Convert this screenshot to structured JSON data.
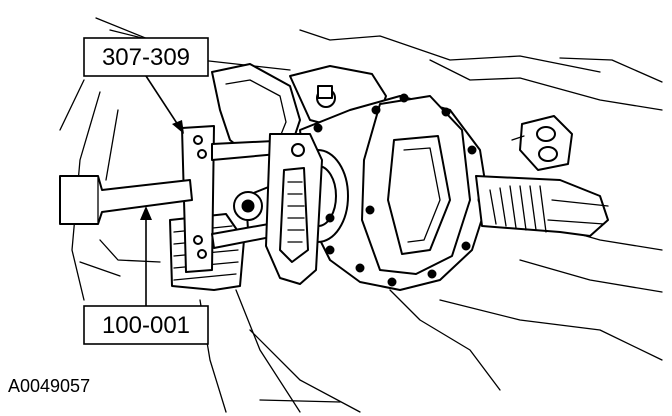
{
  "callouts": {
    "tool_top": "307-309",
    "tool_bottom": "100-001"
  },
  "figure_id": "A0049057",
  "colors": {
    "ink": "#000000",
    "paper": "#ffffff"
  }
}
